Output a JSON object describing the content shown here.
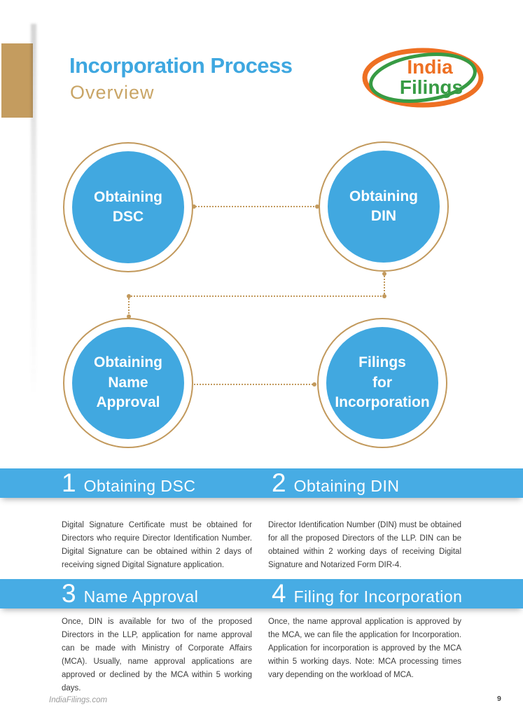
{
  "header": {
    "title": "Incorporation Process",
    "subtitle": "Overview"
  },
  "logo": {
    "line1": "India",
    "line2": "Filings"
  },
  "diagram": {
    "nodes": [
      {
        "label": "Obtaining\nDSC"
      },
      {
        "label": "Obtaining\nDIN"
      },
      {
        "label": "Obtaining\nName\nApproval"
      },
      {
        "label": "Filings\nfor\nIncorporation"
      }
    ]
  },
  "sections": [
    {
      "number": "1",
      "title": "Obtaining DSC",
      "body": "Digital Signature Certificate must be obtained for Directors who require Director Identification Number.  Digital Signature can be obtained within 2 days of receiving signed Digital Signature application."
    },
    {
      "number": "2",
      "title": "Obtaining DIN",
      "body": "Director Identification Number (DIN) must be obtained for all the proposed Directors of the LLP. DIN can be obtained within 2 working days of receiving Digital Signature and Notarized Form DIR-4."
    },
    {
      "number": "3",
      "title": "Name Approval",
      "body": "Once, DIN is available for two of the proposed Directors in the LLP, application for name approval can be made with Ministry of Corporate Affairs (MCA). Usually, name approval applications are approved or declined by the MCA within 5 working days."
    },
    {
      "number": "4",
      "title": "Filing for Incorporation",
      "body": "Once, the name approval application is approved by the MCA, we can file the application for Incorporation. Application for incorporation is approved by the MCA within 5 working days. Note: MCA processing times vary depending on the workload of MCA."
    }
  ],
  "footer": {
    "site": "IndiaFilings.com",
    "page_number": "9"
  },
  "colors": {
    "node_blue": "#41A8E0",
    "band_blue": "#47ACE4",
    "accent_tan": "#C2995C",
    "title_blue": "#3EA7E0",
    "subtitle_tan": "#C9A566",
    "logo_orange": "#EE7023",
    "logo_green": "#379B44"
  }
}
